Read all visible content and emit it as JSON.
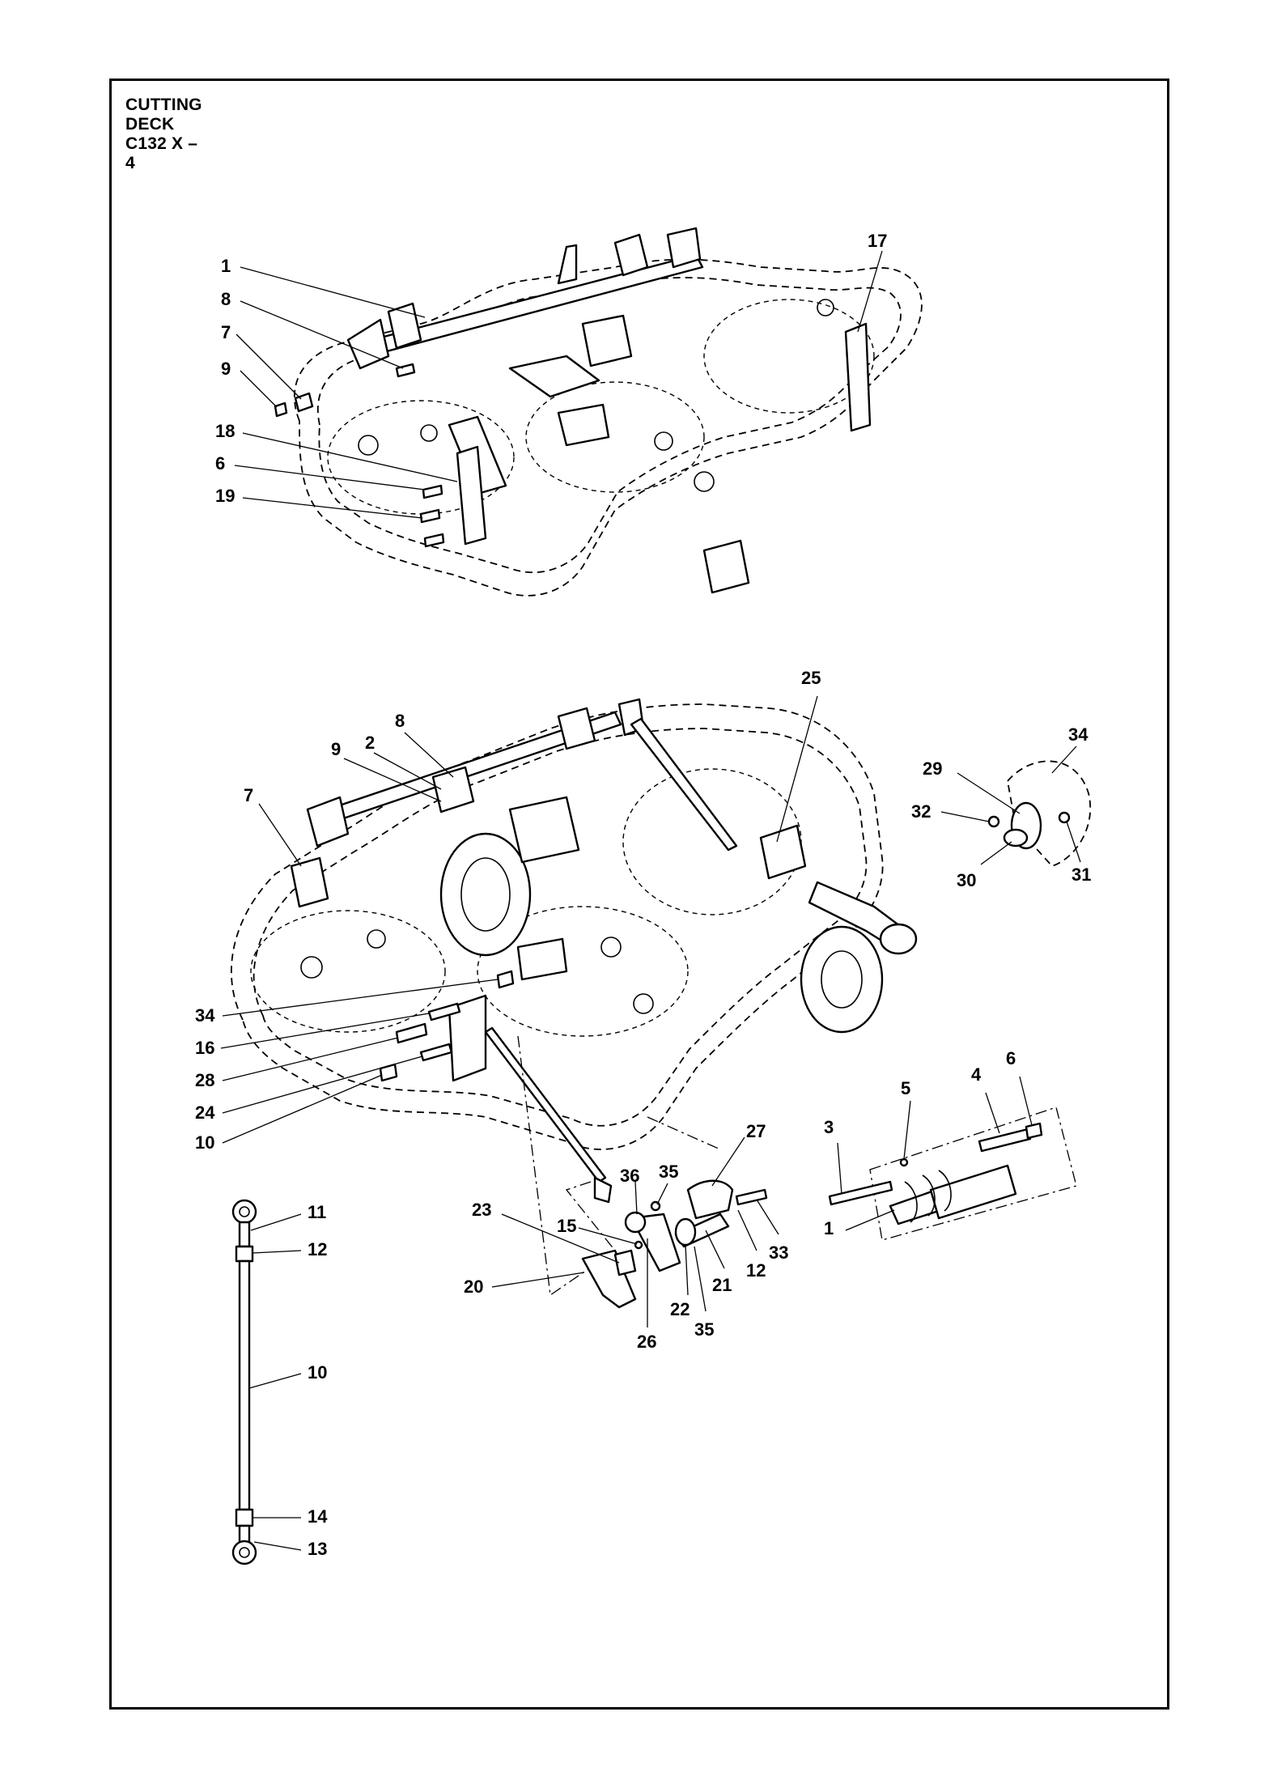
{
  "title": "CUTTING DECK C132 X – 4",
  "callouts": {
    "top": [
      "1",
      "8",
      "7",
      "9",
      "18",
      "6",
      "19",
      "17"
    ],
    "middle": [
      "25",
      "8",
      "2",
      "9",
      "7",
      "34",
      "16",
      "28",
      "24",
      "10"
    ],
    "detail_right": [
      "34",
      "29",
      "32",
      "30",
      "31"
    ],
    "mechanism": [
      "27",
      "35",
      "36",
      "23",
      "15",
      "20",
      "26",
      "22",
      "35",
      "21",
      "12",
      "33"
    ],
    "shaft_detail": [
      "5",
      "4",
      "6",
      "3",
      "1"
    ],
    "rod": [
      "11",
      "12",
      "10",
      "14",
      "13"
    ]
  }
}
